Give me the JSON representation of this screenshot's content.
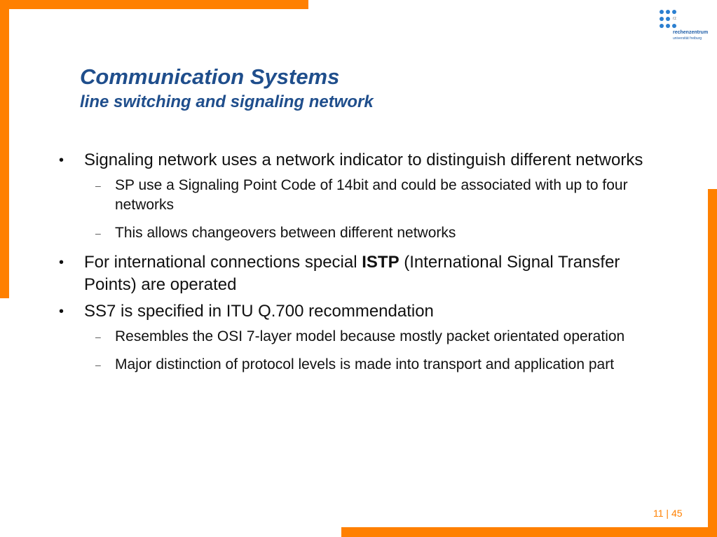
{
  "slide": {
    "title": "Communication Systems",
    "subtitle": "line switching and signaling network",
    "bullets": [
      {
        "text_pre": "Signaling network uses a network indicator to distinguish different networks",
        "sub": [
          "SP use a Signaling Point Code of 14bit and could be associated with up to four networks",
          "This allows changeovers between different networks"
        ]
      },
      {
        "text_pre": "For international connections special ",
        "text_bold": "ISTP",
        "text_post": " (International Signal Transfer Points) are operated"
      },
      {
        "text_pre": "SS7 is specified in ITU Q.700 recommendation",
        "sub": [
          "Resembles the OSI 7-layer model because mostly packet orientated operation",
          "Major distinction of protocol levels is made into transport and application part"
        ]
      }
    ],
    "bullet_marker": "•",
    "sub_marker": "–",
    "page_number": "11 | 45"
  },
  "logo": {
    "small_label": "rz",
    "line1": "rechenzentrum",
    "line2": "universität freiburg"
  },
  "colors": {
    "accent": "#ff8000",
    "title": "#1f4e8c",
    "logo_blue": "#2b7fd0"
  }
}
